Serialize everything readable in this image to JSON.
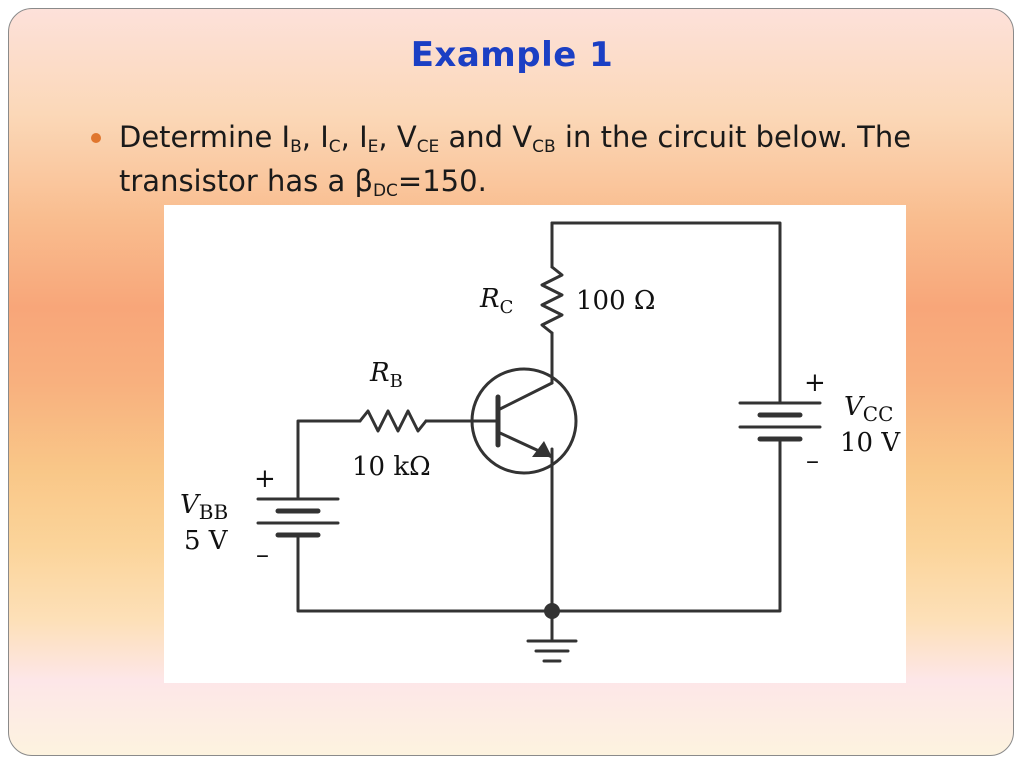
{
  "slide": {
    "title": "Example 1",
    "bullet": {
      "parts": [
        {
          "t": "Determine I"
        },
        {
          "sub": "B"
        },
        {
          "t": ", I"
        },
        {
          "sub": "C"
        },
        {
          "t": ", I"
        },
        {
          "sub": "E"
        },
        {
          "t": ", V"
        },
        {
          "sub": "CE"
        },
        {
          "t": " and V"
        },
        {
          "sub": "CB"
        },
        {
          "t": " in the circuit below. The transistor has a β"
        },
        {
          "sub": "DC"
        },
        {
          "t": "=150."
        }
      ]
    }
  },
  "circuit": {
    "rc": {
      "symbol": "R",
      "sub": "C",
      "value": "100 Ω"
    },
    "rb": {
      "symbol": "R",
      "sub": "B",
      "value": "10 kΩ"
    },
    "vcc": {
      "symbol": "V",
      "sub": "CC",
      "value": "10 V",
      "plus": "+",
      "minus": "–"
    },
    "vbb": {
      "symbol": "V",
      "sub": "BB",
      "value": "5 V",
      "plus": "+",
      "minus": "–"
    }
  },
  "colors": {
    "title": "#1b3fc4",
    "bullet": "#e0762e",
    "text": "#1a1a1a",
    "wire": "#333333"
  }
}
